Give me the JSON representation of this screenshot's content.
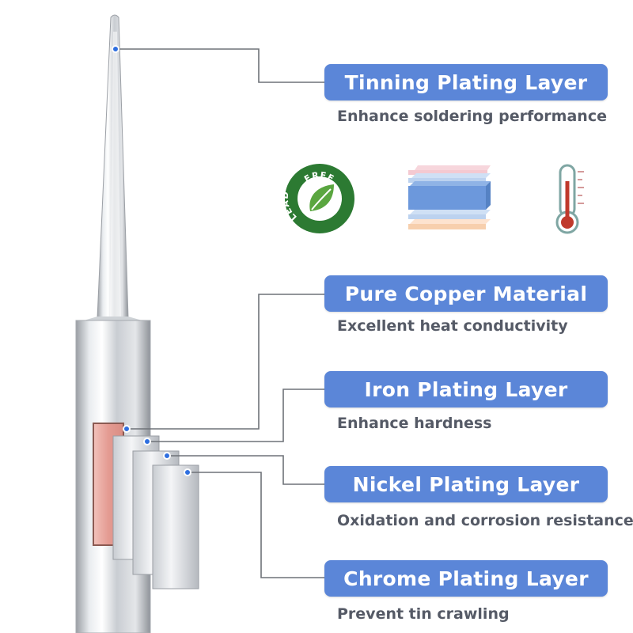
{
  "layers": [
    {
      "label": "Tinning Plating Layer",
      "desc": "Enhance soldering performance"
    },
    {
      "label": "Pure Copper Material",
      "desc": "Excellent heat conductivity"
    },
    {
      "label": "Iron Plating Layer",
      "desc": "Enhance hardness"
    },
    {
      "label": "Nickel Plating Layer",
      "desc": "Oxidation and corrosion resistance"
    },
    {
      "label": "Chrome Plating Layer",
      "desc": "Prevent tin crawling"
    }
  ],
  "icons": {
    "lead_free": {
      "top_text": "FREE",
      "side_text": "LEAD"
    }
  },
  "colors": {
    "label_bg": "#5b86d8",
    "leaf_badge": "#2c7a32",
    "copper": "#d98d83",
    "thermo_red": "#c0392b"
  }
}
